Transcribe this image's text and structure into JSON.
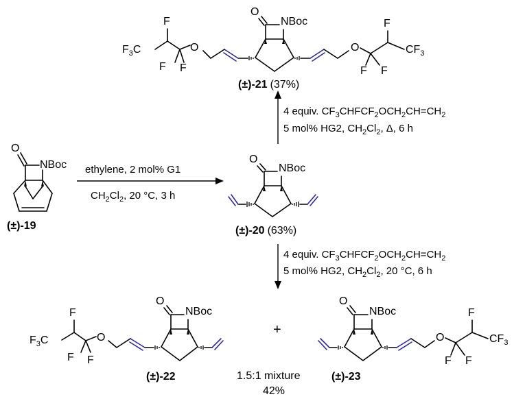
{
  "compounds": {
    "c19": {
      "label": "(±)-19"
    },
    "c20": {
      "label": "(±)-20",
      "yield": "(63%)"
    },
    "c21": {
      "label": "(±)-21",
      "yield": "(37%)"
    },
    "c22": {
      "label": "(±)-22"
    },
    "c23": {
      "label": "(±)-23"
    }
  },
  "atoms": {
    "O": "O",
    "N": "NBoc",
    "F": "F",
    "F3C_main": "F",
    "F3C_c": "C",
    "CF3_c": "CF",
    "three": "3"
  },
  "conditions": {
    "step1": {
      "line1": "ethylene, 2 mol% G1",
      "line2_a": "CH",
      "line2_sub1": "2",
      "line2_b": "Cl",
      "line2_sub2": "2",
      "line2_c": ", 20 °C, 3 h"
    },
    "step2": {
      "line1_a": "4 equiv. CF",
      "line1_sub1": "3",
      "line1_b": "CHFCF",
      "line1_sub2": "2",
      "line1_c": "OCH",
      "line1_sub3": "2",
      "line1_d": "CH=CH",
      "line1_sub4": "2",
      "line2_a": "5 mol% HG2, CH",
      "line2_sub1": "2",
      "line2_b": "Cl",
      "line2_sub2": "2",
      "line2_c": ", Δ, 6 h"
    },
    "step3": {
      "line1_a": "4 equiv. CF",
      "line1_sub1": "3",
      "line1_b": "CHFCF",
      "line1_sub2": "2",
      "line1_c": "OCH",
      "line1_sub3": "2",
      "line1_d": "CH=CH",
      "line1_sub4": "2",
      "line2_a": "5 mol% HG2, CH",
      "line2_sub1": "2",
      "line2_b": "Cl",
      "line2_sub2": "2",
      "line2_c": ", 20 °C, 6 h"
    }
  },
  "plus": "+",
  "mixture": {
    "ratio": "1.5:1 mixture",
    "yield": "42%"
  }
}
